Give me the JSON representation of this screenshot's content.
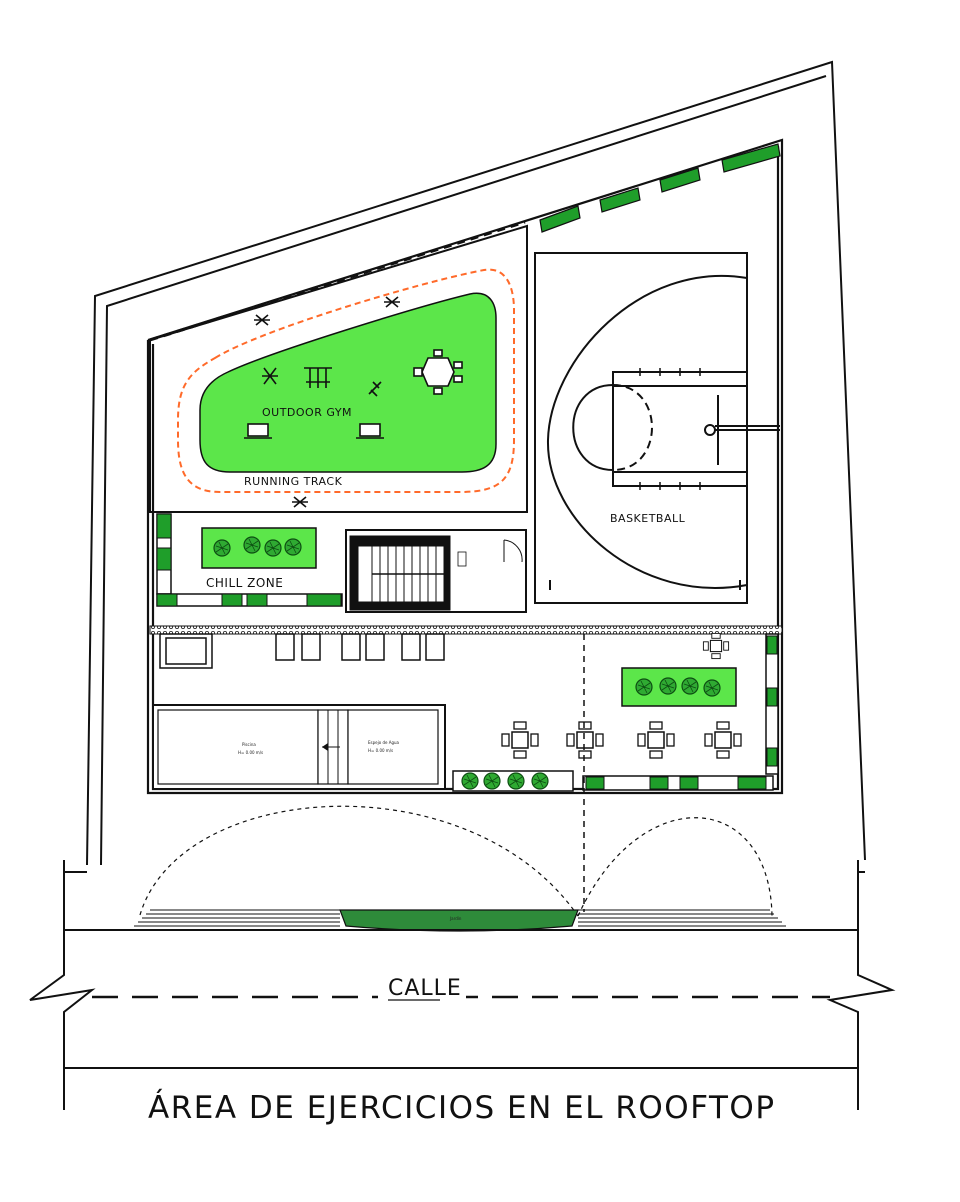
{
  "labels": {
    "outdoor_gym": "OUTDOOR GYM",
    "running_track": "RUNNING TRACK",
    "basketball": "BASKETBALL",
    "chill_zone": "CHILL ZONE",
    "pool": "Piscina",
    "pool_sub": "H= 0.00 m/s",
    "water_mirror": "Espejo de Agua",
    "water_mirror_sub": "H= 0.00 m/s",
    "garden": "Jardín",
    "street": "CALLE"
  },
  "title": "ÁREA DE EJERCICIOS EN EL ROOFTOP",
  "colors": {
    "lawn": "#5ce64a",
    "planter": "#1f9e2a",
    "track": "#ff6a2a",
    "line": "#111111",
    "garden": "#2e8b3a"
  }
}
